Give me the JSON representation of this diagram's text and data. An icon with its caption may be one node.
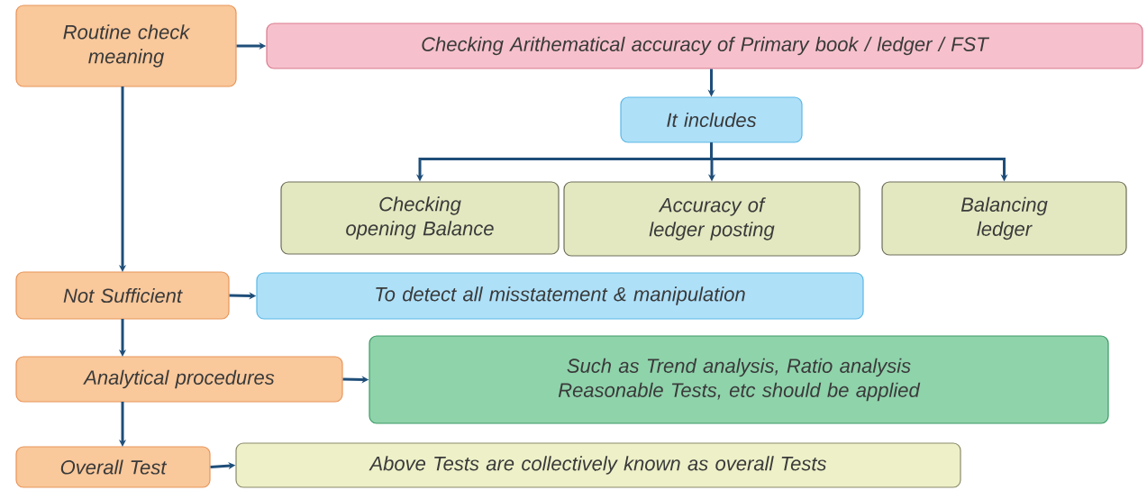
{
  "diagram": {
    "nodes": [
      {
        "text": [
          "Routine check meaning"
        ]
      },
      {
        "text": [
          "Checking Arithematical accuracy of Primary book / ledger / FST"
        ]
      },
      {
        "text": [
          "It includes"
        ]
      },
      {
        "text": [
          "Checking opening Balance"
        ]
      },
      {
        "text": [
          "Accuracy of ledger posting"
        ]
      },
      {
        "text": [
          "Balancing ledger"
        ]
      },
      {
        "text": [
          "Not Sufficient"
        ]
      },
      {
        "text": [
          "To detect all misstatement & manipulation"
        ]
      },
      {
        "text": [
          "Analytical procedures"
        ]
      },
      {
        "text": [
          "Such as Trend  analysis, Ratio analysis Reasonable Tests, etc should be applied"
        ]
      },
      {
        "text": [
          "Overall Test"
        ]
      },
      {
        "text": [
          "Above Tests are collectively known as overall Tests"
        ]
      }
    ],
    "edges": [
      {
        "from": 0,
        "to": 1,
        "arrow": "to"
      },
      {
        "from": 1,
        "to": 2,
        "arrow": "to"
      },
      {
        "from": 2,
        "to": 3,
        "arrow": "to"
      },
      {
        "from": 2,
        "to": 4,
        "arrow": "to"
      },
      {
        "from": 2,
        "to": 5,
        "arrow": "to"
      },
      {
        "from": 0,
        "to": 6,
        "arrow": "to"
      },
      {
        "from": 6,
        "to": 7,
        "arrow": "to"
      },
      {
        "from": 6,
        "to": 8,
        "arrow": "to"
      },
      {
        "from": 8,
        "to": 9,
        "arrow": "to"
      },
      {
        "from": 8,
        "to": 10,
        "arrow": "to"
      },
      {
        "from": 10,
        "to": 11,
        "arrow": "to"
      }
    ]
  }
}
